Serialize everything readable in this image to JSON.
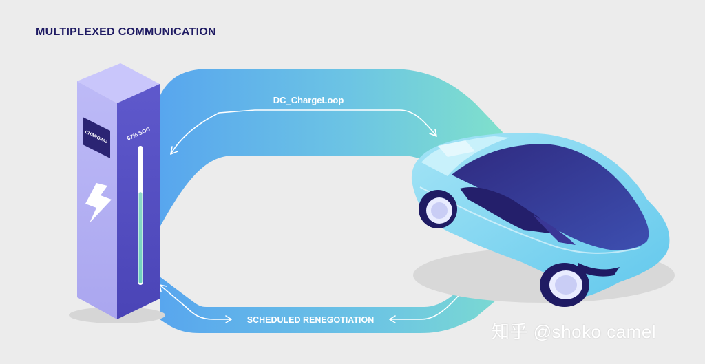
{
  "title": "MULTIPLEXED COMMUNICATION",
  "charger": {
    "status_label": "CHARGING",
    "soc_label": "67% SOC",
    "soc_fraction": 0.67
  },
  "loops": {
    "top_label": "DC_ChargeLoop",
    "bottom_label": "SCHEDULED RENEGOTIATION"
  },
  "watermark": "知乎 @shoko camel",
  "colors": {
    "title": "#1f1b63",
    "band_start": "#58a6ee",
    "band_end": "#7bdcd0",
    "charger_front": "#b6b3f4",
    "charger_side": "#5b55c6",
    "car_body": "#7fd6f0",
    "car_roof": "#26216f"
  }
}
